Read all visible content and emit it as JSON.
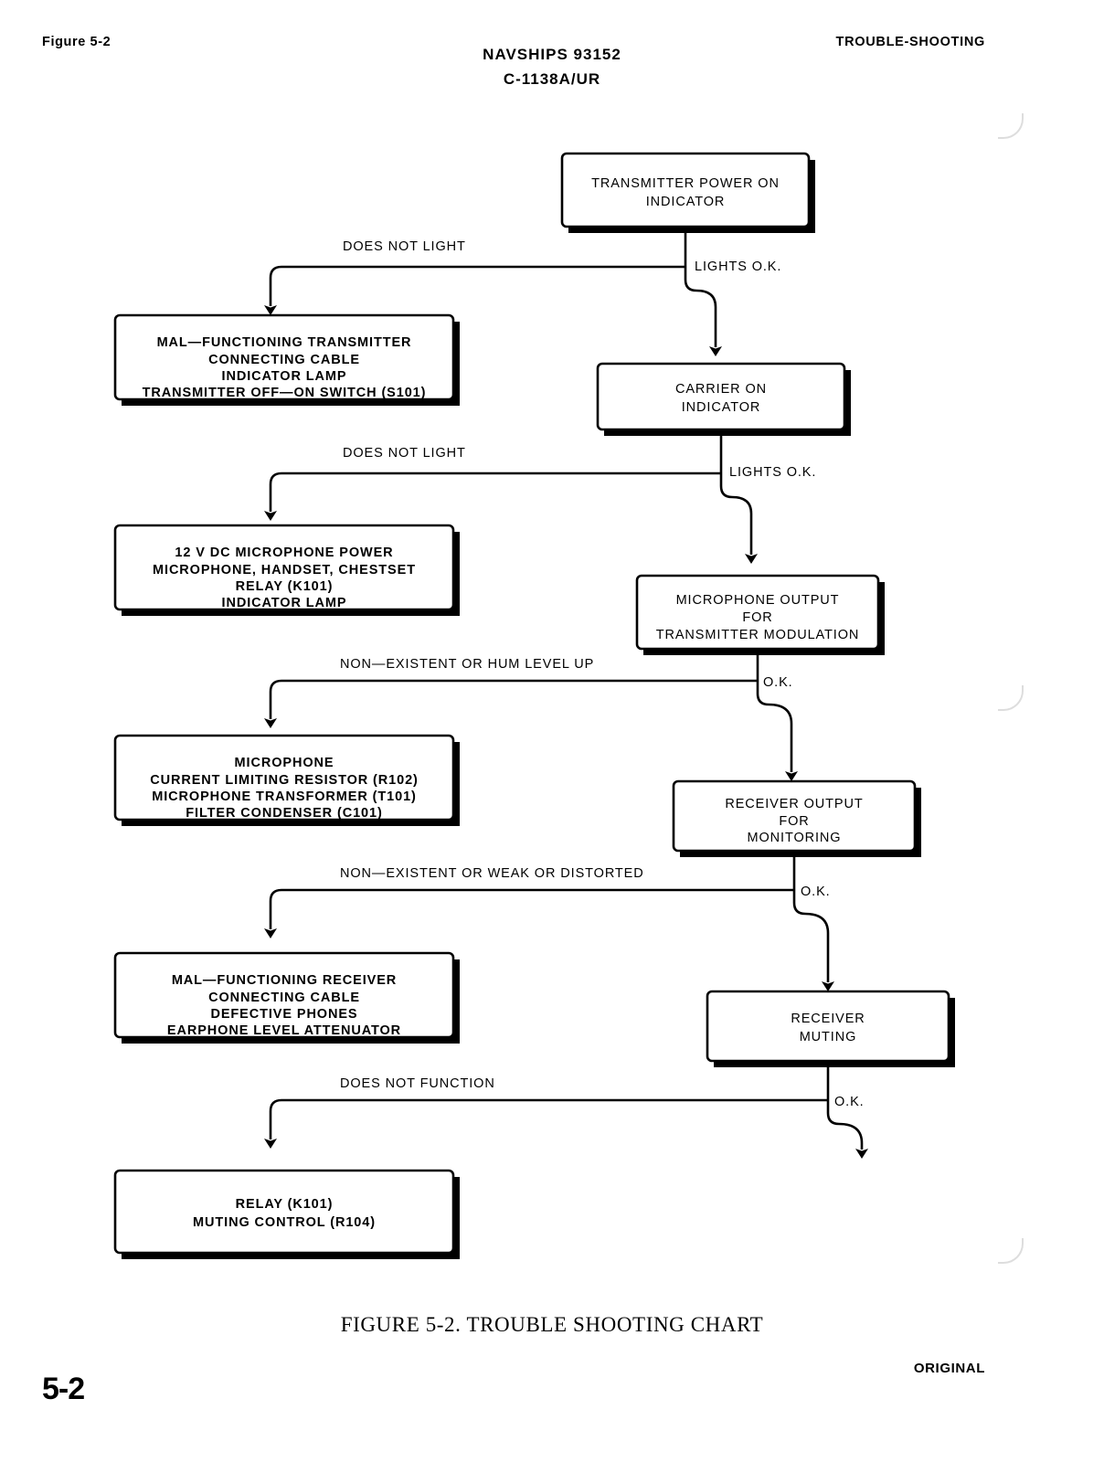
{
  "header": {
    "figure_ref": "Figure 5-2",
    "title_line1": "NAVSHIPS 93152",
    "title_line2": "C-1138A/UR",
    "section": "TROUBLE-SHOOTING"
  },
  "footer": {
    "caption": "FIGURE 5-2.  TROUBLE SHOOTING CHART",
    "page_number": "5-2",
    "revision": "ORIGINAL"
  },
  "chart_data": {
    "type": "diagram",
    "title": "FIGURE 5-2.  TROUBLE SHOOTING CHART",
    "nodes": [
      {
        "id": "n1",
        "kind": "test",
        "lines": [
          "TRANSMITTER  POWER ON",
          "INDICATOR"
        ]
      },
      {
        "id": "f1",
        "kind": "fault",
        "lines": [
          "MAL—FUNCTIONING TRANSMITTER",
          "CONNECTING CABLE",
          "INDICATOR LAMP",
          "TRANSMITTER OFF—ON SWITCH (S101)"
        ]
      },
      {
        "id": "n2",
        "kind": "test",
        "lines": [
          "CARRIER ON",
          "INDICATOR"
        ]
      },
      {
        "id": "f2",
        "kind": "fault",
        "lines": [
          "12 V DC MICROPHONE POWER",
          "MICROPHONE, HANDSET, CHESTSET",
          "RELAY (K101)",
          "INDICATOR LAMP"
        ]
      },
      {
        "id": "n3",
        "kind": "test",
        "lines": [
          "MICROPHONE OUTPUT",
          "FOR",
          "TRANSMITTER MODULATION"
        ]
      },
      {
        "id": "f3",
        "kind": "fault",
        "lines": [
          "MICROPHONE",
          "CURRENT LIMITING RESISTOR (R102)",
          "MICROPHONE TRANSFORMER (T101)",
          "FILTER CONDENSER (C101)"
        ]
      },
      {
        "id": "n4",
        "kind": "test",
        "lines": [
          "RECEIVER OUTPUT",
          "FOR",
          "MONITORING"
        ]
      },
      {
        "id": "f4",
        "kind": "fault",
        "lines": [
          "MAL—FUNCTIONING RECEIVER",
          "CONNECTING CABLE",
          "DEFECTIVE PHONES",
          "EARPHONE LEVEL ATTENUATOR"
        ]
      },
      {
        "id": "n5",
        "kind": "test",
        "lines": [
          "RECEIVER",
          "MUTING"
        ]
      },
      {
        "id": "f5",
        "kind": "fault",
        "lines": [
          "RELAY (K101)",
          "MUTING CONTROL (R104)"
        ]
      }
    ],
    "edges": [
      {
        "from": "n1",
        "to": "f1",
        "label": "DOES NOT LIGHT"
      },
      {
        "from": "n1",
        "to": "n2",
        "label": "LIGHTS O.K."
      },
      {
        "from": "n2",
        "to": "f2",
        "label": "DOES NOT LIGHT"
      },
      {
        "from": "n2",
        "to": "n3",
        "label": "LIGHTS O.K."
      },
      {
        "from": "n3",
        "to": "f3",
        "label": "NON—EXISTENT OR HUM LEVEL UP"
      },
      {
        "from": "n3",
        "to": "n4",
        "label": "O.K."
      },
      {
        "from": "n4",
        "to": "f4",
        "label": "NON—EXISTENT OR WEAK OR DISTORTED"
      },
      {
        "from": "n4",
        "to": "n5",
        "label": "O.K."
      },
      {
        "from": "n5",
        "to": "f5",
        "label": "DOES NOT FUNCTION"
      },
      {
        "from": "n5",
        "to": "end",
        "label": "O.K."
      }
    ]
  }
}
